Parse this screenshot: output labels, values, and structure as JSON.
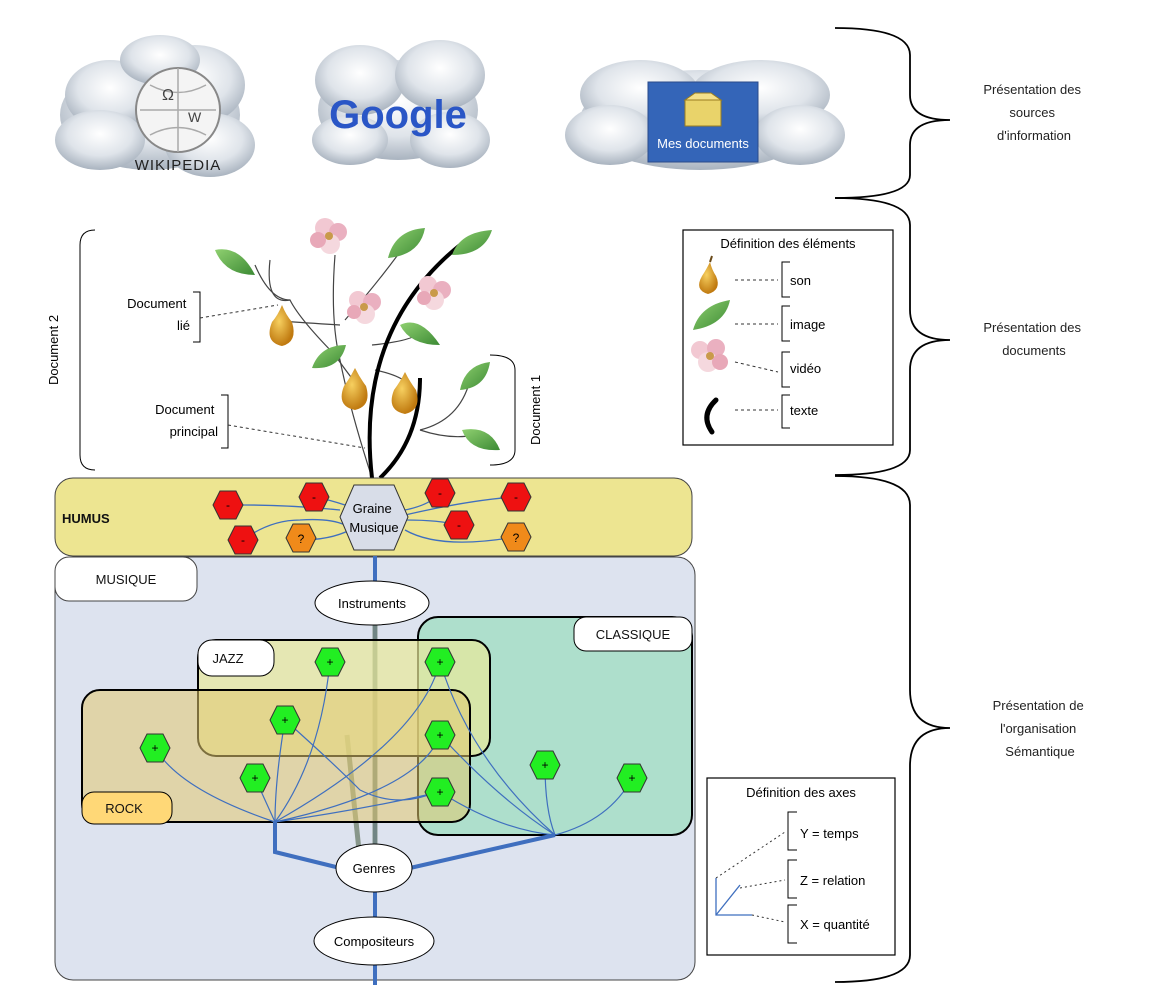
{
  "sources": {
    "wikipedia_label": "WIKIPEDIA",
    "google_label": "Google",
    "mydocs_label": "Mes documents"
  },
  "sections": {
    "sources": [
      "Présentation des",
      "sources",
      "d'information"
    ],
    "documents": [
      "Présentation des",
      "documents"
    ],
    "organisation": [
      "Présentation de",
      "l'organisation",
      "Sémantique"
    ]
  },
  "documents": {
    "doc2": "Document 2",
    "doc1": "Document 1",
    "linked": [
      "Document",
      "lié"
    ],
    "main": [
      "Document",
      "principal"
    ]
  },
  "legend_elements": {
    "title": "Définition des éléments",
    "items": [
      "son",
      "image",
      "vidéo",
      "texte"
    ]
  },
  "legend_axes": {
    "title": "Définition des axes",
    "items": [
      "Y = temps",
      "Z = relation",
      "X = quantité"
    ]
  },
  "humus": {
    "label": "HUMUS",
    "seed": [
      "Graine",
      "Musique"
    ],
    "neg_symbol": "-",
    "unknown_symbol": "?"
  },
  "musique": {
    "label": "MUSIQUE",
    "classique": "CLASSIQUE",
    "jazz": "JAZZ",
    "rock": "ROCK",
    "plus_symbol": "+",
    "nodes": [
      "Instruments",
      "Genres",
      "Compositeurs"
    ]
  },
  "colors": {
    "humus_fill": "#ede591",
    "musique_fill": "#dde3ef",
    "classique_fill": "#a8dec8",
    "jazz_fill": "#e8e89a",
    "rock_fill": "#e2d290",
    "negative": "#ee1111",
    "unknown": "#f08a1a",
    "positive": "#22ee22",
    "trunk": "#3f6fbf",
    "leaf": "#5fa84a",
    "pear": "#e0a020",
    "flower": "#e8b8c8"
  }
}
